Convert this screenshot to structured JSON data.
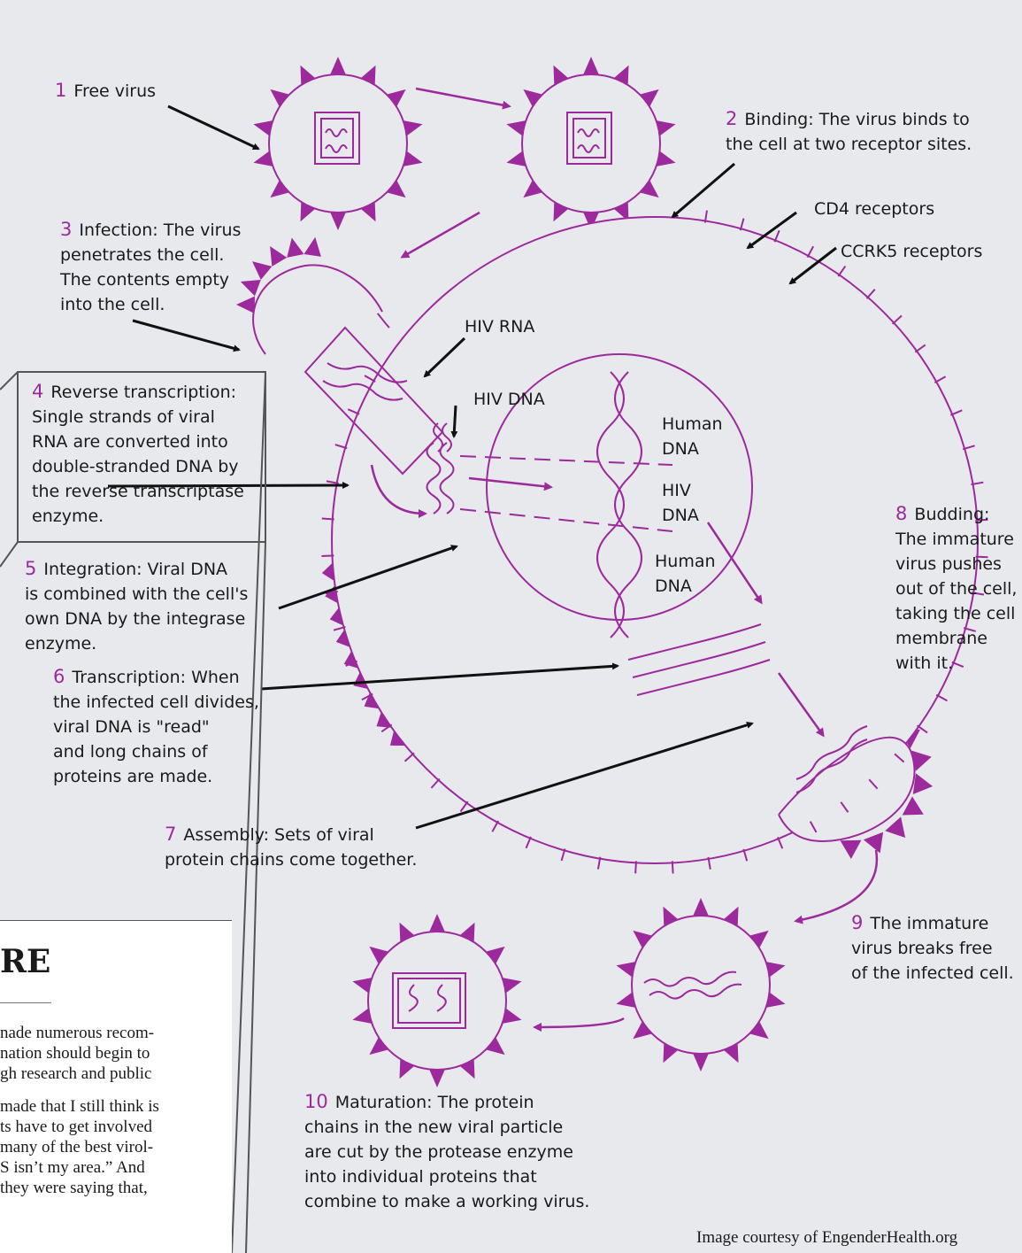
{
  "diagram": {
    "steps": [
      {
        "number": "1",
        "lines": [
          "Free virus"
        ]
      },
      {
        "number": "2",
        "lines": [
          "Binding: The virus binds to",
          "the cell at two receptor sites."
        ]
      },
      {
        "number": "3",
        "lines": [
          "Infection: The virus",
          "penetrates the cell.",
          "The contents empty",
          "into the cell."
        ]
      },
      {
        "number": "4",
        "lines": [
          "Reverse transcription:",
          "Single strands of viral",
          "RNA are converted into",
          "double-stranded DNA by",
          "the reverse transcriptase",
          "enzyme."
        ]
      },
      {
        "number": "5",
        "lines": [
          "Integration: Viral DNA",
          "is combined with the cell's",
          "own DNA by the integrase",
          "enzyme."
        ]
      },
      {
        "number": "6",
        "lines": [
          "Transcription: When",
          "the infected cell divides,",
          "viral DNA is \"read\"",
          "and long chains of",
          "proteins are made."
        ]
      },
      {
        "number": "7",
        "lines": [
          "Assembly: Sets of viral",
          "protein chains come together."
        ]
      },
      {
        "number": "8",
        "lines": [
          "Budding:",
          "The immature",
          "virus pushes",
          "out of the cell,",
          "taking the cell",
          "membrane",
          "with it."
        ]
      },
      {
        "number": "9",
        "lines": [
          "The immature",
          "virus breaks free",
          "of the infected cell."
        ]
      },
      {
        "number": "10",
        "lines": [
          "Maturation: The protein",
          "chains in the new viral particle",
          "are cut by the protease enzyme",
          "into individual proteins that",
          "combine to make a working virus."
        ]
      }
    ],
    "labels": {
      "cd4": "CD4 receptors",
      "ccrk5": "CCRK5 receptors",
      "hiv_rna": "HIV RNA",
      "hiv_dna": "HIV DNA",
      "human_dna_1": [
        "Human",
        "DNA"
      ],
      "hiv_dna_2": [
        "HIV",
        "DNA"
      ],
      "human_dna_2": [
        "Human",
        "DNA"
      ]
    },
    "courtesy": "Image courtesy of EngenderHealth.org",
    "colors": {
      "accent": "#9c2a9d",
      "background": "#e8e9ed",
      "text": "#1a1a1a"
    }
  },
  "article": {
    "heading_fragment": "RE",
    "lines": [
      "nade numerous recom-",
      "nation should begin to",
      "gh research and public",
      "made that I still think is",
      "ts have to get involved",
      "many of the best virol-",
      "S isn’t my area.”  And",
      "they were saying that,"
    ]
  }
}
